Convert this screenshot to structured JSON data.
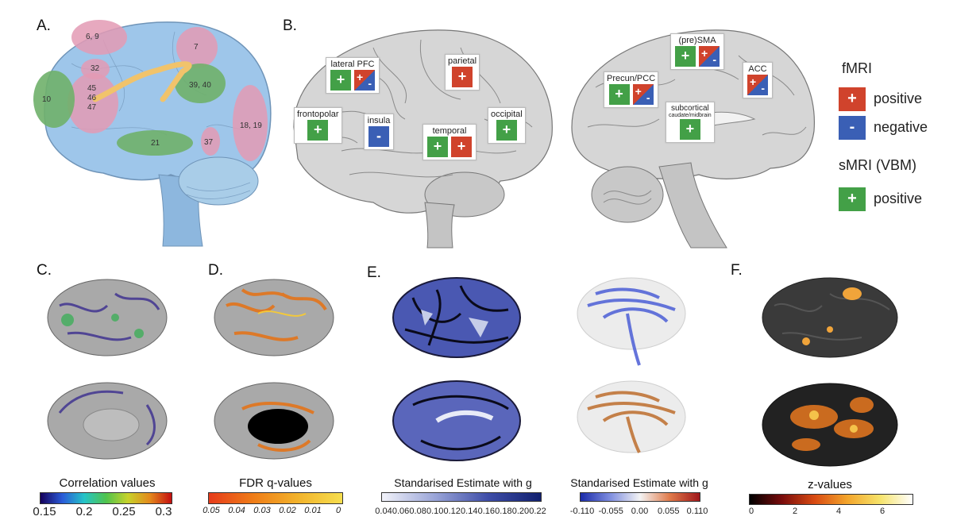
{
  "panels": {
    "a": "A.",
    "b": "B.",
    "c": "C.",
    "d": "D.",
    "e": "E.",
    "f": "F."
  },
  "panel_a": {
    "regions": [
      "6, 9",
      "7",
      "32",
      "10",
      "45",
      "46",
      "47",
      "39, 40",
      "18, 19",
      "21",
      "37"
    ]
  },
  "panel_b": {
    "lateral_pfc": "lateral PFC",
    "parietal": "parietal",
    "frontopolar": "frontopolar",
    "insula": "insula",
    "occipital": "occipital",
    "temporal": "temporal",
    "presma": "(pre)SMA",
    "precun": "Precun/PCC",
    "acc": "ACC",
    "subcortical": "subcortical",
    "subcortical_sub": "caudate/midbrain",
    "plus": "+",
    "minus": "-"
  },
  "legend": {
    "fmri": "fMRI",
    "positive": "positive",
    "negative": "negative",
    "smri": "sMRI (VBM)",
    "smri_positive": "positive",
    "colors": {
      "green": "#43a047",
      "red": "#d0432c",
      "blue": "#3a5fb5"
    }
  },
  "colorbars": {
    "c": {
      "title": "Correlation values",
      "ticks": [
        "0.15",
        "0.2",
        "0.25",
        "0.3"
      ]
    },
    "d": {
      "title": "FDR q-values",
      "ticks": [
        "0.05",
        "0.04",
        "0.03",
        "0.02",
        "0.01",
        "0"
      ]
    },
    "e1": {
      "title": "Standarised Estimate with g",
      "ticks": [
        "0.04",
        "0.06",
        "0.08",
        "0.10",
        "0.12",
        "0.14",
        "0.16",
        "0.18",
        "0.20",
        "0.22"
      ]
    },
    "e2": {
      "title": "Standarised Estimate with g",
      "ticks": [
        "-0.110",
        "-0.055",
        "0.00",
        "0.055",
        "0.110"
      ]
    },
    "f": {
      "title": "z-values",
      "ticks": [
        "0",
        "2",
        "4",
        "6"
      ]
    }
  }
}
